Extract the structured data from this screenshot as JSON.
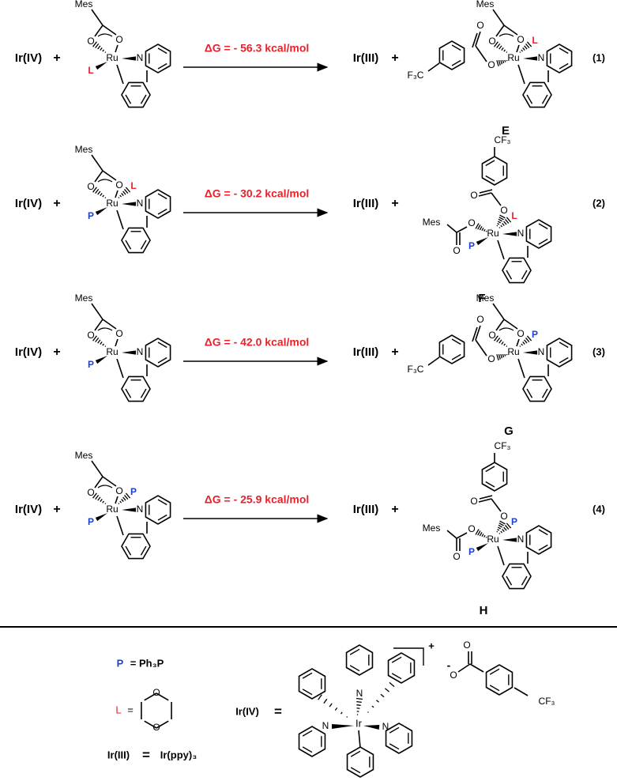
{
  "colors": {
    "delta_g": "#e8212a",
    "P": "#1d3fd6",
    "L": "#e8212a",
    "ink": "#000000"
  },
  "reactions": [
    {
      "number": "(1)",
      "reactant": "Ir(IV)",
      "plus1": "+",
      "delta_g": "ΔG = - 56.3 kcal/mol",
      "product": "Ir(III)",
      "plus2": "+",
      "label": "E"
    },
    {
      "number": "(2)",
      "reactant": "Ir(IV)",
      "plus1": "+",
      "delta_g": "ΔG = - 30.2 kcal/mol",
      "product": "Ir(III)",
      "plus2": "+",
      "label": "F"
    },
    {
      "number": "(3)",
      "reactant": "Ir(IV)",
      "plus1": "+",
      "delta_g": "ΔG = - 42.0 kcal/mol",
      "product": "Ir(III)",
      "plus2": "+",
      "label": "G"
    },
    {
      "number": "(4)",
      "reactant": "Ir(IV)",
      "plus1": "+",
      "delta_g": "ΔG = - 25.9 kcal/mol",
      "product": "Ir(III)",
      "plus2": "+",
      "label": "H"
    }
  ],
  "atoms": {
    "mes": "Mes",
    "o": "O",
    "ru": "Ru",
    "n": "N",
    "l": "L",
    "p": "P",
    "f3c": "F₃C",
    "cf3": "CF₃",
    "ir": "Ir"
  },
  "legend": {
    "p_symbol": "P",
    "p_def": "= Ph₃P",
    "l_symbol": "L",
    "l_eq": "=",
    "ir3": "Ir(III)",
    "ir3_eq": "=",
    "ir3_def": "Ir(ppy)₃",
    "ir4": "Ir(IV)",
    "ir4_eq": "=",
    "charge_plus": "+",
    "charge_minus": "-"
  }
}
